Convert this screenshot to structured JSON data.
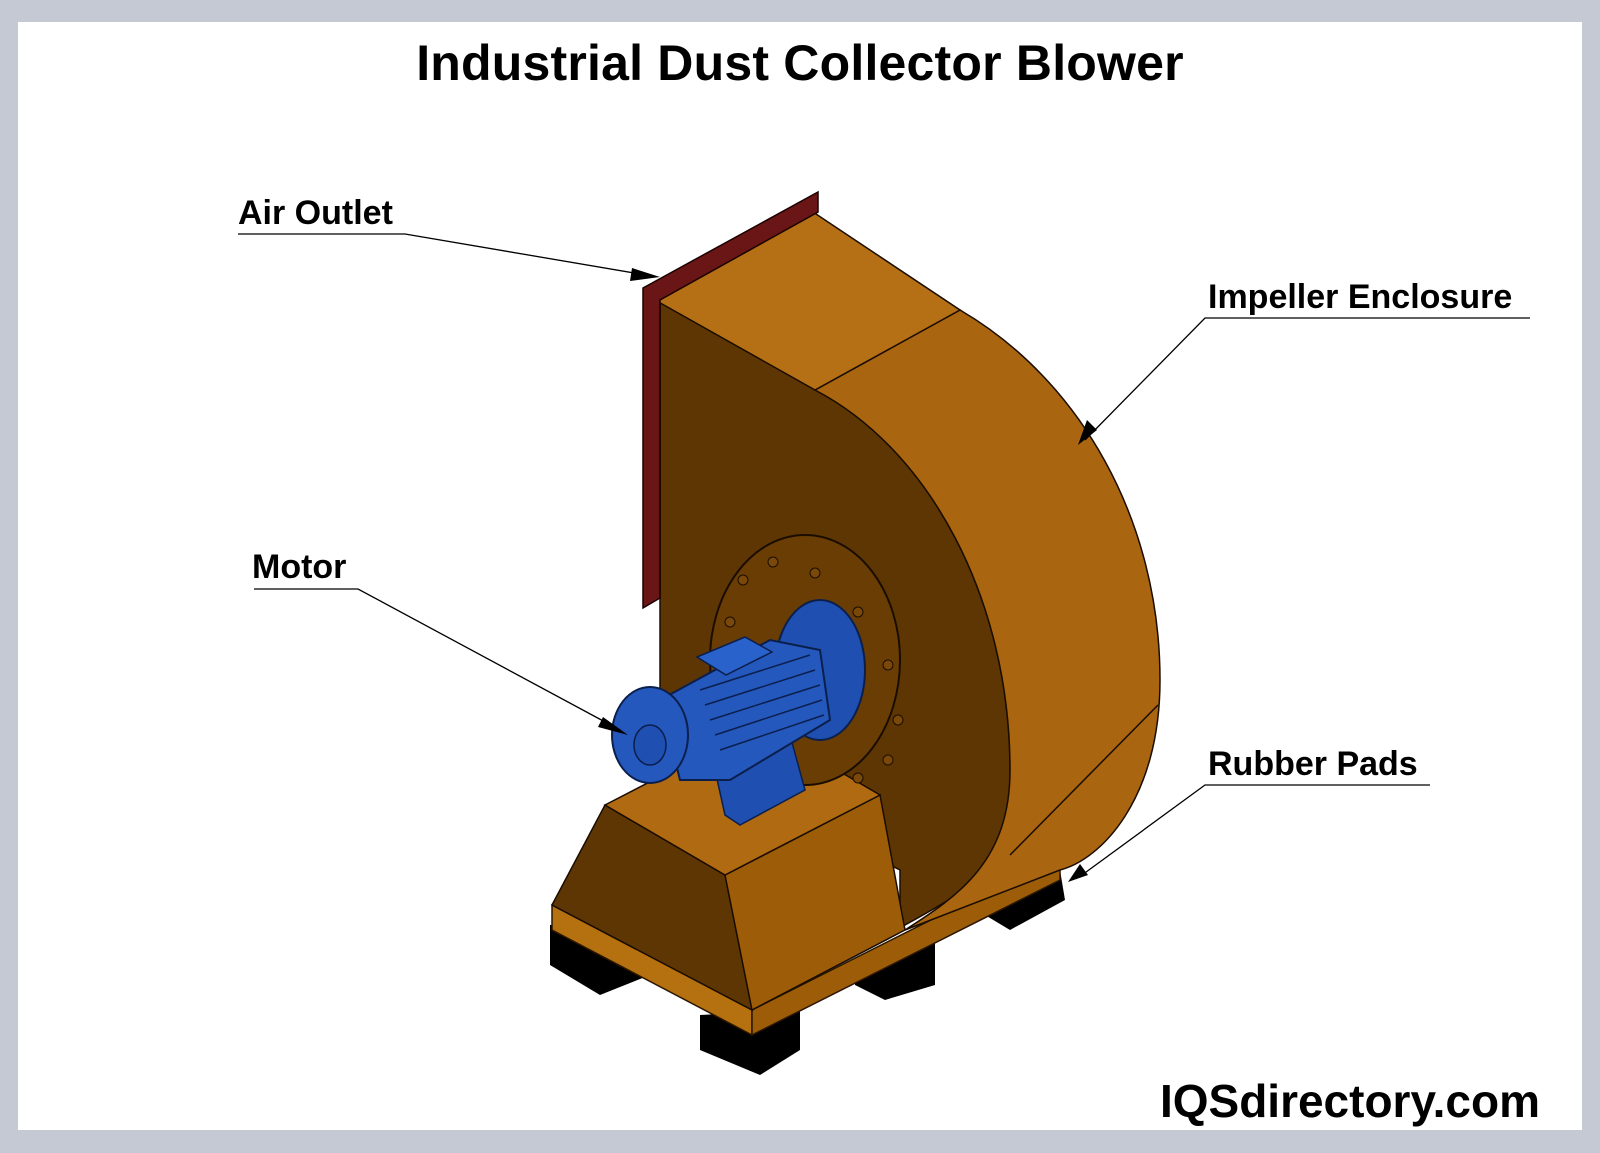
{
  "title": "Industrial Dust Collector Blower",
  "callouts": [
    {
      "id": "air-outlet",
      "label": "Air Outlet"
    },
    {
      "id": "impeller-enclosure",
      "label": "Impeller Enclosure"
    },
    {
      "id": "motor",
      "label": "Motor"
    },
    {
      "id": "rubber-pads",
      "label": "Rubber Pads"
    }
  ],
  "brand": "IQSdirectory.com",
  "colors": {
    "frame": "#c4c9d4",
    "enclosure_light": "#b06a12",
    "enclosure_mid": "#9a5a08",
    "enclosure_dark": "#5e3604",
    "flange": "#6b1616",
    "motor_blue": "#1f4fb0",
    "motor_dark": "#163a85",
    "pads": "#000000"
  }
}
